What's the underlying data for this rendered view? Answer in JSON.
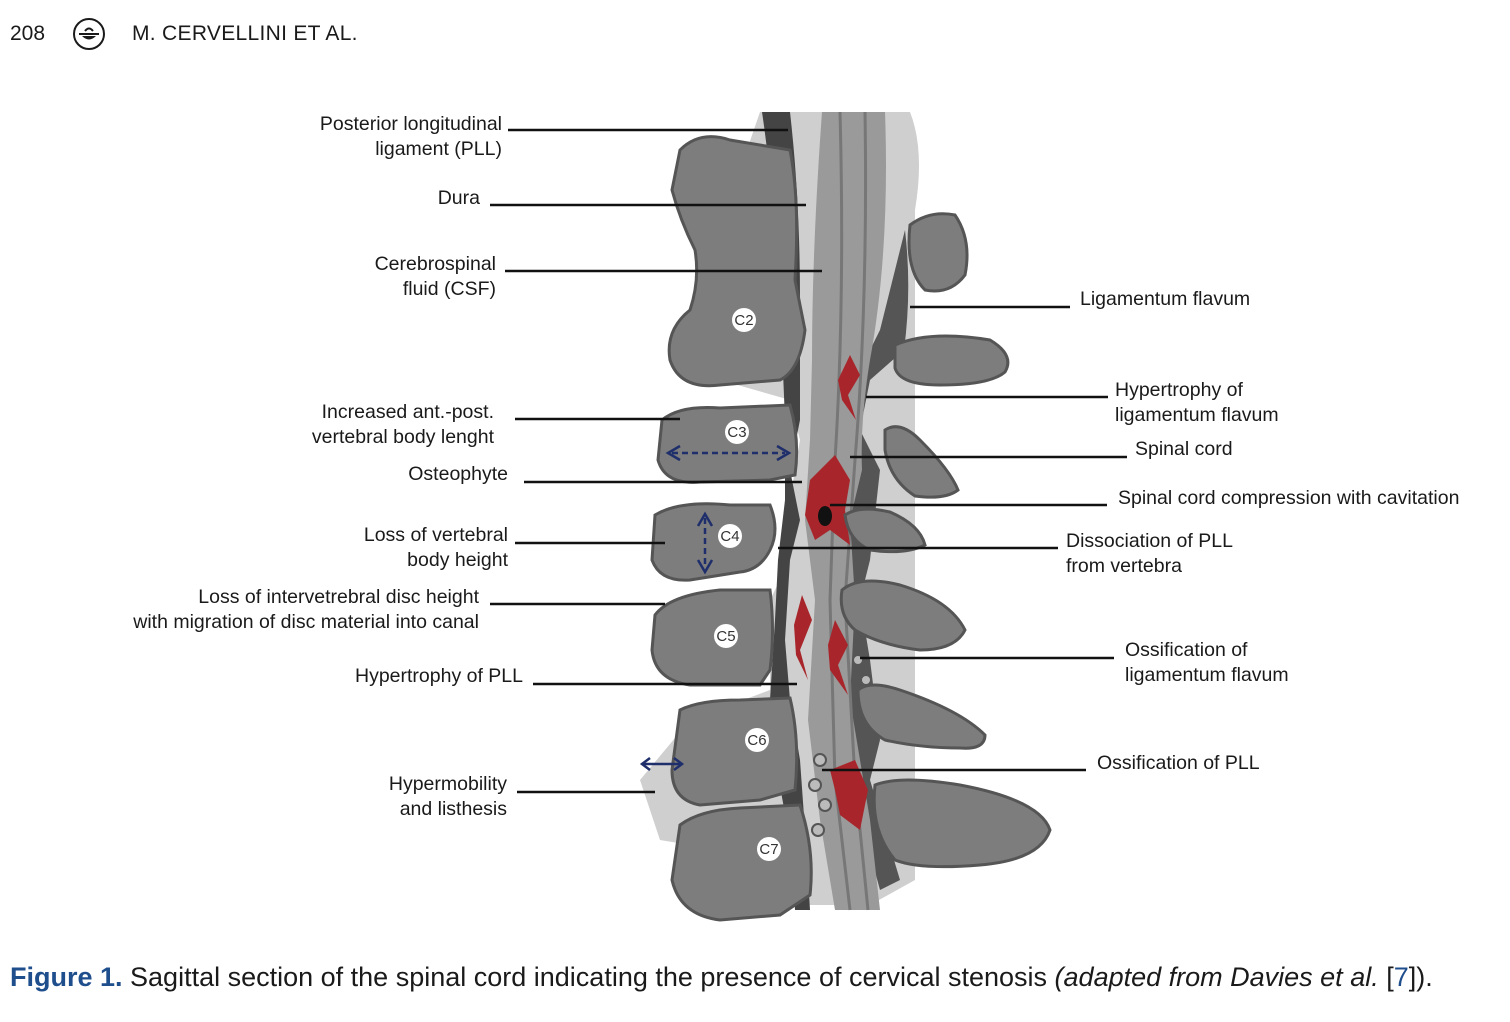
{
  "header": {
    "page_number": "208",
    "authors": "M. CERVELLINI ET AL."
  },
  "figure": {
    "vertebrae": [
      "C2",
      "C3",
      "C4",
      "C5",
      "C6",
      "C7"
    ],
    "labels_left": [
      {
        "id": "pll",
        "lines": [
          "Posterior longitudinal",
          "ligament (PLL)"
        ]
      },
      {
        "id": "dura",
        "lines": [
          "Dura"
        ]
      },
      {
        "id": "csf",
        "lines": [
          "Cerebrospinal",
          "fluid (CSF)"
        ]
      },
      {
        "id": "increased-length",
        "lines": [
          "Increased ant.-post.",
          "vertebral body lenght"
        ]
      },
      {
        "id": "osteophyte",
        "lines": [
          "Osteophyte"
        ]
      },
      {
        "id": "loss-height",
        "lines": [
          "Loss of vertebral",
          "body height"
        ]
      },
      {
        "id": "loss-disc",
        "lines": [
          "Loss of intervetrebral disc height",
          "with migration of disc material into canal"
        ]
      },
      {
        "id": "hypertrophy-pll",
        "lines": [
          "Hypertrophy of PLL"
        ]
      },
      {
        "id": "hypermobility",
        "lines": [
          "Hypermobility",
          "and listhesis"
        ]
      }
    ],
    "labels_right": [
      {
        "id": "ligamentum-flavum",
        "lines": [
          "Ligamentum flavum"
        ]
      },
      {
        "id": "hypertrophy-lf",
        "lines": [
          "Hypertrophy of",
          "ligamentum flavum"
        ]
      },
      {
        "id": "spinal-cord",
        "lines": [
          "Spinal cord"
        ]
      },
      {
        "id": "compression",
        "lines": [
          "Spinal cord compression with cavitation"
        ]
      },
      {
        "id": "dissociation",
        "lines": [
          "Dissociation of PLL",
          "from vertebra"
        ]
      },
      {
        "id": "ossification-lf",
        "lines": [
          "Ossification of",
          "ligamentum flavum"
        ]
      },
      {
        "id": "ossification-pll",
        "lines": [
          "Ossification of PLL"
        ]
      }
    ],
    "colors": {
      "bone": "#7d7d7d",
      "bone_dark": "#555555",
      "soft_tissue": "#c8c8c8",
      "cord": "#9a9a9a",
      "lesion": "#a8262b",
      "arrow": "#1f2f6b"
    }
  },
  "caption": {
    "label": "Figure 1.",
    "text": " Sagittal section of the spinal cord indicating the presence of cervical stenosis ",
    "source": "(adapted from Davies et al.",
    "ref_open": " [",
    "ref_num": "7",
    "ref_close": "])."
  }
}
